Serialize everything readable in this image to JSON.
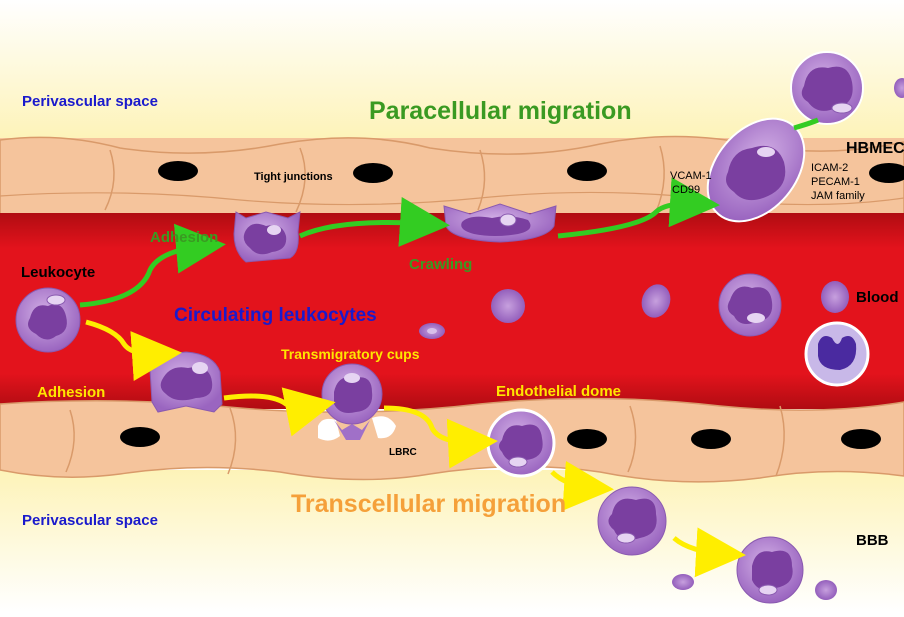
{
  "labels": {
    "perivascular_top": "Perivascular space",
    "paracellular": "Paracellular migration",
    "hbmec": "HBMEC",
    "tight_junctions": "Tight junctions",
    "vcam1": "VCAM-1",
    "cd99": "CD99",
    "icam2": "ICAM-2",
    "pecam1": "PECAM-1",
    "jam": "JAM family",
    "adhesion_top": "Adhesion",
    "leukocyte": "Leukocyte",
    "crawling": "Crawling",
    "circulating": "Circulating leukocytes",
    "blood": "Blood",
    "transmigratory": "Transmigratory cups",
    "adhesion_bottom": "Adhesion",
    "endothelial_dome": "Endothelial dome",
    "lbrc": "LBRC",
    "transcellular": "Transcellular migration",
    "perivascular_bottom": "Perivascular space",
    "bbb": "BBB"
  },
  "colors": {
    "perivascular_bg": "#fdf6cc",
    "endothelial": "#f5c49c",
    "endothelial_edge": "#d99a6a",
    "blood": "#e3131c",
    "nucleus_black": "#000000",
    "leukocyte_body": "#b88ad0",
    "leukocyte_nucleus": "#7a3fa0",
    "rbc": "#a770c8",
    "green_arrow": "#33cc22",
    "yellow_arrow": "#ffee00",
    "blue_text": "#1a1acc",
    "green_text": "#3a9a22",
    "orange_text": "#f5a03a",
    "yellow_text": "#ffe600"
  },
  "icons": {
    "cell": "leukocyte-icon",
    "rbc": "red-blood-cell-icon",
    "nucleus": "endothelial-nucleus-icon"
  }
}
